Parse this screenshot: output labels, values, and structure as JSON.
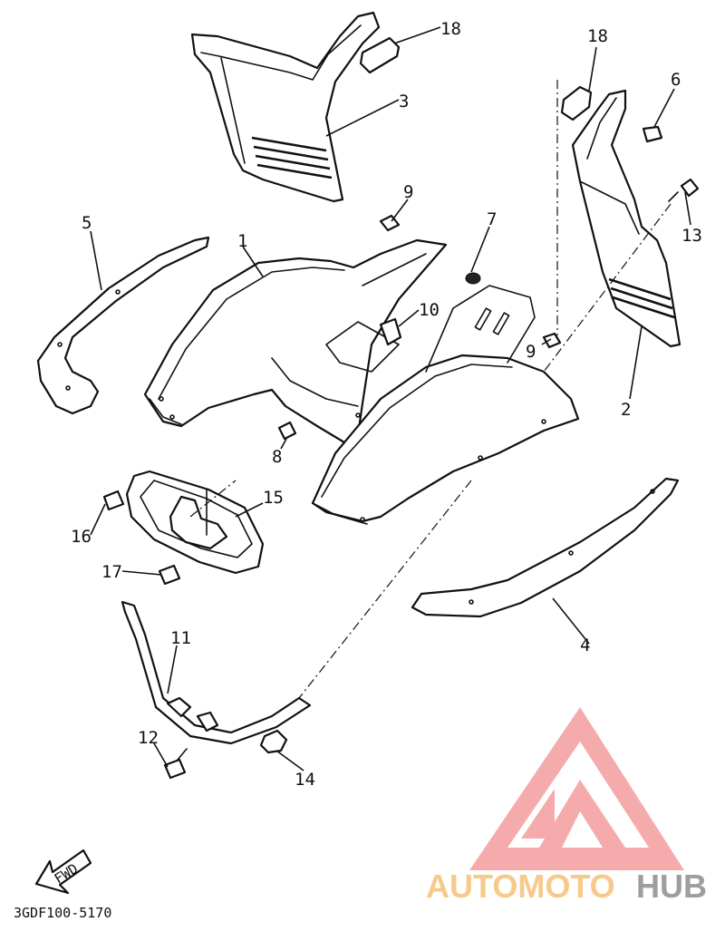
{
  "diagram": {
    "callouts": [
      "1",
      "2",
      "3",
      "4",
      "5",
      "6",
      "7",
      "8",
      "9",
      "9",
      "10",
      "11",
      "12",
      "13",
      "14",
      "15",
      "16",
      "17",
      "18",
      "18"
    ],
    "direction_label": "FWD",
    "drawing_code": "3GDF100-5170"
  },
  "watermark": {
    "word_1": "AUTOMOTO",
    "word_2": "HUB",
    "colors": {
      "logo": "#f4a3a3",
      "text_primary": "#f7c98a",
      "text_secondary": "#9e9e9e"
    }
  }
}
